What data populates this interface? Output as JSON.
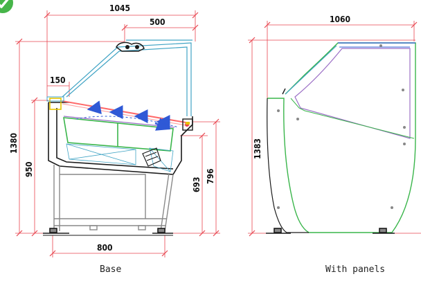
{
  "colors": {
    "dimension": "#e8454f",
    "outline": "#1a1a1a",
    "glass": "#3fa3c4",
    "green": "#39b54a",
    "purple": "#9b6fc6",
    "arrow": "#2f59d6",
    "logo": "#46b549",
    "interior": "#ff6a6a"
  },
  "logo": {
    "icon": "check-badge-icon"
  },
  "left_drawing": {
    "caption": "Base",
    "dimensions": {
      "width_total": "1045",
      "width_top": "500",
      "width_small": "150",
      "height_total": "1380",
      "height_counter": "950",
      "height_inner": "693",
      "height_shelf": "796",
      "width_base": "800"
    }
  },
  "right_drawing": {
    "caption": "With panels",
    "dimensions": {
      "width_total": "1060",
      "height_total": "1383"
    }
  }
}
